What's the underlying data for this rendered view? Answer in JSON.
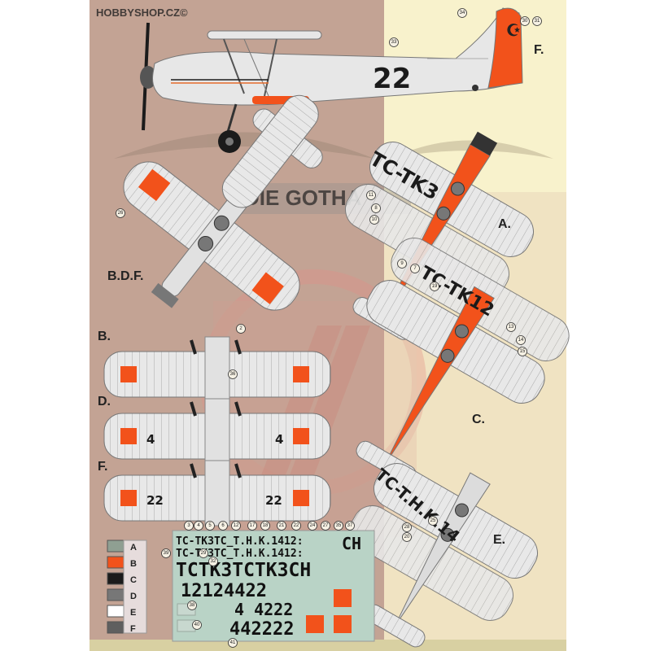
{
  "watermark": "HOBBYSHOP.CZ©",
  "banner_text": "DIE GOTHA",
  "labels": {
    "f_top": "F.",
    "bdf": "B.D.F.",
    "b": "B.",
    "d": "D.",
    "f": "F.",
    "a": "A.",
    "c": "C.",
    "e": "E."
  },
  "markings": {
    "side_number": "22",
    "wing_d": "4",
    "wing_f": "22",
    "regA": "TC-TK3",
    "regC": "TC-TK12",
    "regE": "TC-T.H.K.14"
  },
  "decal_sheet": {
    "row1": "TC-TK3TC_T.H.K.1412:",
    "row1_end": "CH",
    "row2": "TC-TK3TC_T.H.K.1412:",
    "row3": "TCTK3TCTK3CH",
    "row4": "12124422",
    "row5": "4 4222",
    "row6": "442222"
  },
  "color_key": [
    "A",
    "B",
    "C",
    "D",
    "E",
    "F"
  ],
  "colors": {
    "bg_left": "#c3a394",
    "bg_right": "#f8f2cc",
    "aircraft": "#e7e7e7",
    "orange": "#f2521b",
    "black": "#1b1b1b",
    "decal_film": "#b9d3c6"
  },
  "callouts": [
    "34",
    "30",
    "31",
    "33",
    "26",
    "11",
    "8",
    "10",
    "19",
    "7",
    "9",
    "13",
    "14",
    "15",
    "20",
    "25",
    "28",
    "29",
    "32",
    "36",
    "2",
    "3",
    "4",
    "5",
    "6",
    "12",
    "17",
    "18",
    "21",
    "22",
    "24",
    "27",
    "35",
    "37",
    "38",
    "39",
    "40",
    "41"
  ]
}
